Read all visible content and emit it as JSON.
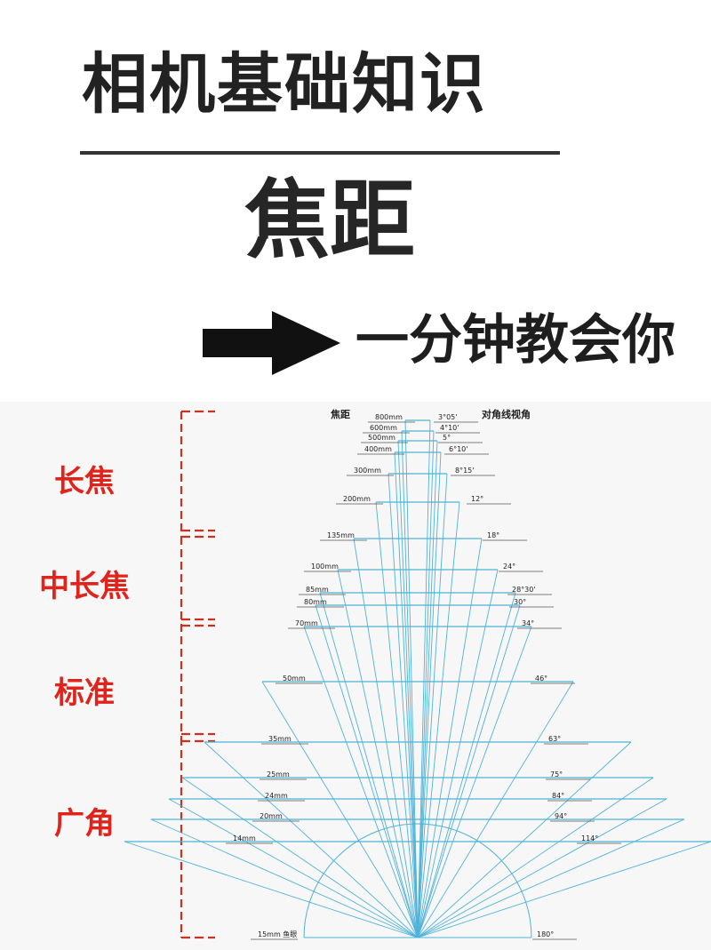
{
  "header": {
    "title": "相机基础知识",
    "subtitle": "焦距",
    "tagline": "一分钟教会你"
  },
  "diagram": {
    "col_focal": "焦距",
    "col_angle": "对角线视角",
    "categories": [
      "长焦",
      "中长焦",
      "标准",
      "广角"
    ],
    "rows": [
      {
        "focal": "800mm",
        "angle": "3°05'"
      },
      {
        "focal": "600mm",
        "angle": "4°10'"
      },
      {
        "focal": "500mm",
        "angle": "5°"
      },
      {
        "focal": "400mm",
        "angle": "6°10'"
      },
      {
        "focal": "300mm",
        "angle": "8°15'"
      },
      {
        "focal": "200mm",
        "angle": "12°"
      },
      {
        "focal": "135mm",
        "angle": "18°"
      },
      {
        "focal": "100mm",
        "angle": "24°"
      },
      {
        "focal": "85mm",
        "angle": "28°30'"
      },
      {
        "focal": "80mm",
        "angle": "30°"
      },
      {
        "focal": "70mm",
        "angle": "34°"
      },
      {
        "focal": "50mm",
        "angle": "46°"
      },
      {
        "focal": "35mm",
        "angle": "63°"
      },
      {
        "focal": "25mm",
        "angle": "75°"
      },
      {
        "focal": "24mm",
        "angle": "84°"
      },
      {
        "focal": "20mm",
        "angle": "94°"
      },
      {
        "focal": "14mm",
        "angle": "114°"
      },
      {
        "focal": "15mm 鱼眼",
        "angle": "180°"
      }
    ],
    "colors": {
      "line": "#4fb3d9",
      "category": "#e0241c",
      "bracket": "#c8321e",
      "text": "#222222"
    }
  }
}
